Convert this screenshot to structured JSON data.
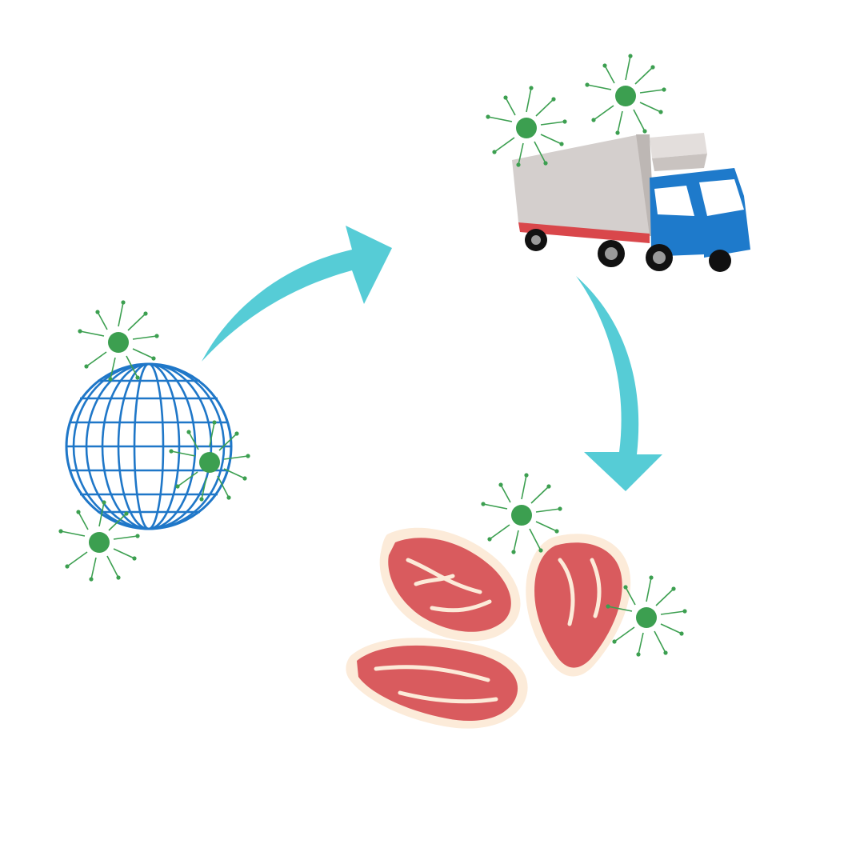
{
  "diagram": {
    "stages": [
      {
        "id": "globe",
        "icon": "globe-icon"
      },
      {
        "id": "truck",
        "icon": "refrigerated-truck-icon"
      },
      {
        "id": "meat",
        "icon": "meat-steaks-icon"
      }
    ],
    "connectors": [
      {
        "from": "globe",
        "to": "truck",
        "icon": "curved-arrow-icon"
      },
      {
        "from": "truck",
        "to": "meat",
        "icon": "curved-arrow-icon"
      }
    ],
    "virus_count": 7
  },
  "colors": {
    "arrow": "#56CCD6",
    "virus": "#3C9F50",
    "globe": "#1F77C8",
    "meat": "#D95B5E",
    "fat": "#FCEBD9",
    "truck_cab": "#1E7ACB",
    "truck_box": "#D4CFCD"
  }
}
